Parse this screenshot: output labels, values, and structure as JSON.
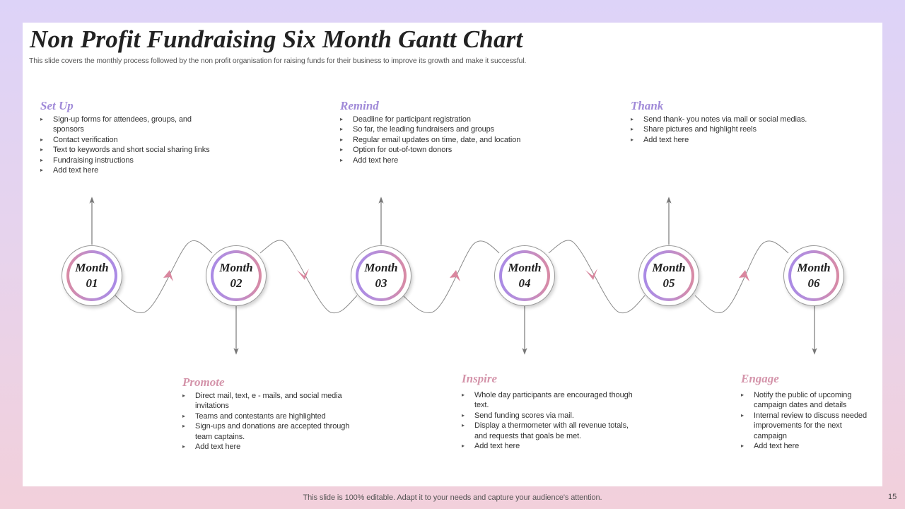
{
  "slide": {
    "title": "Non Profit Fundraising Six Month Gantt Chart",
    "subtitle": "This slide covers the monthly process followed by the non profit organisation for raising funds for their business to improve its growth and make it successful.",
    "footer": "This slide is 100% editable. Adapt it to your needs and capture your audience's attention.",
    "page_number": "15"
  },
  "colors": {
    "background_top": "#ddd3f8",
    "background_bottom": "#f2d0db",
    "heading_lavender": "#a08ad8",
    "heading_pink": "#d494aa",
    "arrow_pink": "#d9879f",
    "ring_lavender": "#a98ae6",
    "ring_pink": "#d98aa3"
  },
  "months": [
    {
      "word": "Month",
      "number": "01"
    },
    {
      "word": "Month",
      "number": "02"
    },
    {
      "word": "Month",
      "number": "03"
    },
    {
      "word": "Month",
      "number": "04"
    },
    {
      "word": "Month",
      "number": "05"
    },
    {
      "word": "Month",
      "number": "06"
    }
  ],
  "phases": [
    {
      "month": "01",
      "title": "Set Up",
      "position": "top",
      "items": [
        "Sign-up forms for attendees, groups, and sponsors",
        "Contact verification",
        "Text to keywords and short social sharing links",
        "Fundraising instructions",
        "Add text here"
      ]
    },
    {
      "month": "02",
      "title": "Promote",
      "position": "bottom",
      "items": [
        "Direct mail, text, e - mails, and social media invitations",
        "Teams and contestants are highlighted",
        "Sign-ups and donations are accepted through team captains.",
        "Add text here"
      ]
    },
    {
      "month": "03",
      "title": "Remind",
      "position": "top",
      "items": [
        "Deadline for participant registration",
        "So far, the leading fundraisers and groups",
        "Regular email updates on time, date, and location",
        "Option for out-of-town donors",
        "Add text here"
      ]
    },
    {
      "month": "04",
      "title": "Inspire",
      "position": "bottom",
      "items": [
        "Whole day participants are encouraged though text.",
        "Send funding scores via mail.",
        "Display a thermometer with all revenue totals, and requests that goals be met.",
        "Add text here"
      ]
    },
    {
      "month": "05",
      "title": "Thank",
      "position": "top",
      "items": [
        "Send thank- you notes via mail or social medias.",
        "Share pictures and highlight reels",
        "Add text here"
      ]
    },
    {
      "month": "06",
      "title": "Engage",
      "position": "bottom",
      "items": [
        "Notify the public of upcoming campaign dates and details",
        "Internal review to discuss needed improvements for the next campaign",
        "Add text here"
      ]
    }
  ]
}
